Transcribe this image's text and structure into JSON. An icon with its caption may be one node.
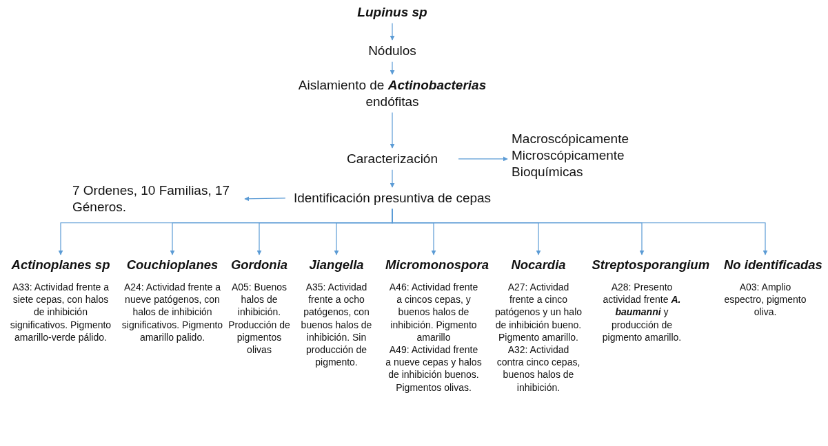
{
  "diagram": {
    "nodes": [
      {
        "text": [
          "Lupinus sp"
        ]
      },
      {
        "text": [
          "Nódulos"
        ]
      },
      {
        "text": [
          "Aislamiento de **Actinobacterias** endófitas"
        ]
      },
      {
        "text": [
          "Caracterización"
        ]
      },
      {
        "text": [
          "Macroscópicamente",
          "Microscópicamente",
          "Bioquímicas"
        ]
      },
      {
        "text": [
          "Identificación presuntiva de cepas"
        ]
      },
      {
        "text": [
          "7 Ordenes,  10 Familias, 17 Géneros."
        ]
      },
      {
        "text": [
          "Actinoplanes sp",
          "A33: Actividad frente a siete cepas, con halos de inhibición significativos. Pigmento amarillo-verde pálido."
        ]
      },
      {
        "text": [
          "Couchioplanes",
          "A24: Actividad frente a nueve patógenos, con halos de inhibición significativos. Pigmento amarillo palido."
        ]
      },
      {
        "text": [
          "Gordonia",
          "A05: Buenos halos de inhibición. Producción de pigmentos olivas"
        ]
      },
      {
        "text": [
          "Jiangella",
          "A35: Actividad frente a ocho patógenos, con buenos halos de inhibición. Sin producción de pigmento."
        ]
      },
      {
        "text": [
          "Micromonospora",
          "A46: Actividad frente a cincos cepas, y buenos halos de inhibición. Pigmento amarillo",
          "A49: Actividad frente a nueve cepas y halos de inhibición buenos. Pigmentos olivas."
        ]
      },
      {
        "text": [
          "Nocardia",
          "A27: Actividad frente a cinco patógenos y un halo de inhibición bueno. Pigmento amarillo.",
          "A32: Actividad contra cinco cepas, buenos halos de inhibición."
        ]
      },
      {
        "text": [
          "Streptosporangium",
          "A28: Presento actividad frente **A. baumanni** y producción de pigmento amarillo."
        ]
      },
      {
        "text": [
          "No identificadas",
          "A03: Amplio espectro, pigmento oliva."
        ]
      }
    ],
    "edges": [
      {
        "from": 0,
        "to": 1,
        "arrow": "to"
      },
      {
        "from": 1,
        "to": 2,
        "arrow": "to"
      },
      {
        "from": 2,
        "to": 3,
        "arrow": "to"
      },
      {
        "from": 3,
        "to": 4,
        "arrow": "to"
      },
      {
        "from": 3,
        "to": 5,
        "arrow": "to"
      },
      {
        "from": 5,
        "to": 6,
        "arrow": "to"
      },
      {
        "from": 5,
        "to": 7,
        "arrow": "to"
      },
      {
        "from": 5,
        "to": 8,
        "arrow": "to"
      },
      {
        "from": 5,
        "to": 9,
        "arrow": "to"
      },
      {
        "from": 5,
        "to": 10,
        "arrow": "to"
      },
      {
        "from": 5,
        "to": 11,
        "arrow": "to"
      },
      {
        "from": 5,
        "to": 12,
        "arrow": "to"
      },
      {
        "from": 5,
        "to": 13,
        "arrow": "to"
      },
      {
        "from": 5,
        "to": 14,
        "arrow": "to"
      }
    ]
  }
}
